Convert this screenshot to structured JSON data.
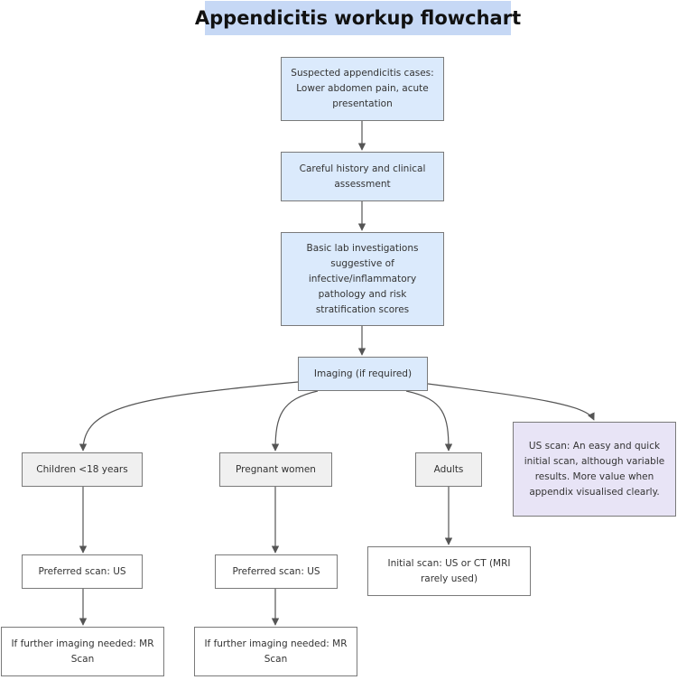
{
  "title": "Appendicitis workup flowchart",
  "colors": {
    "title_bg": "#c6d8f5",
    "main_step_bg": "#dbeafc",
    "group_bg": "#f0f0f0",
    "note_bg": "#e8e4f6",
    "border": "#7a7a7a",
    "edge": "#555555"
  },
  "nodes": {
    "suspected": "Suspected appendicitis cases: Lower abdomen pain, acute presentation",
    "history": "Careful history and clinical assessment",
    "labs": "Basic lab investigations suggestive of infective/inflammatory pathology and risk stratification scores",
    "imaging": "Imaging (if required)",
    "children": "Children <18 years",
    "pregnant": "Pregnant women",
    "adults": "Adults",
    "us_note": "US scan: An easy and quick initial scan, although variable results. More value when appendix visualised clearly.",
    "children_preferred": "Preferred scan: US",
    "pregnant_preferred": "Preferred scan: US",
    "adults_initial": "Initial scan: US or CT (MRI rarely used)",
    "children_further": "If further imaging needed: MR Scan",
    "pregnant_further": "If further imaging needed: MR Scan"
  },
  "edges": [
    {
      "from": "suspected",
      "to": "history"
    },
    {
      "from": "history",
      "to": "labs"
    },
    {
      "from": "labs",
      "to": "imaging"
    },
    {
      "from": "imaging",
      "to": "children"
    },
    {
      "from": "imaging",
      "to": "pregnant"
    },
    {
      "from": "imaging",
      "to": "adults"
    },
    {
      "from": "imaging",
      "to": "us_note"
    },
    {
      "from": "children",
      "to": "children_preferred"
    },
    {
      "from": "pregnant",
      "to": "pregnant_preferred"
    },
    {
      "from": "adults",
      "to": "adults_initial"
    },
    {
      "from": "children_preferred",
      "to": "children_further"
    },
    {
      "from": "pregnant_preferred",
      "to": "pregnant_further"
    }
  ]
}
